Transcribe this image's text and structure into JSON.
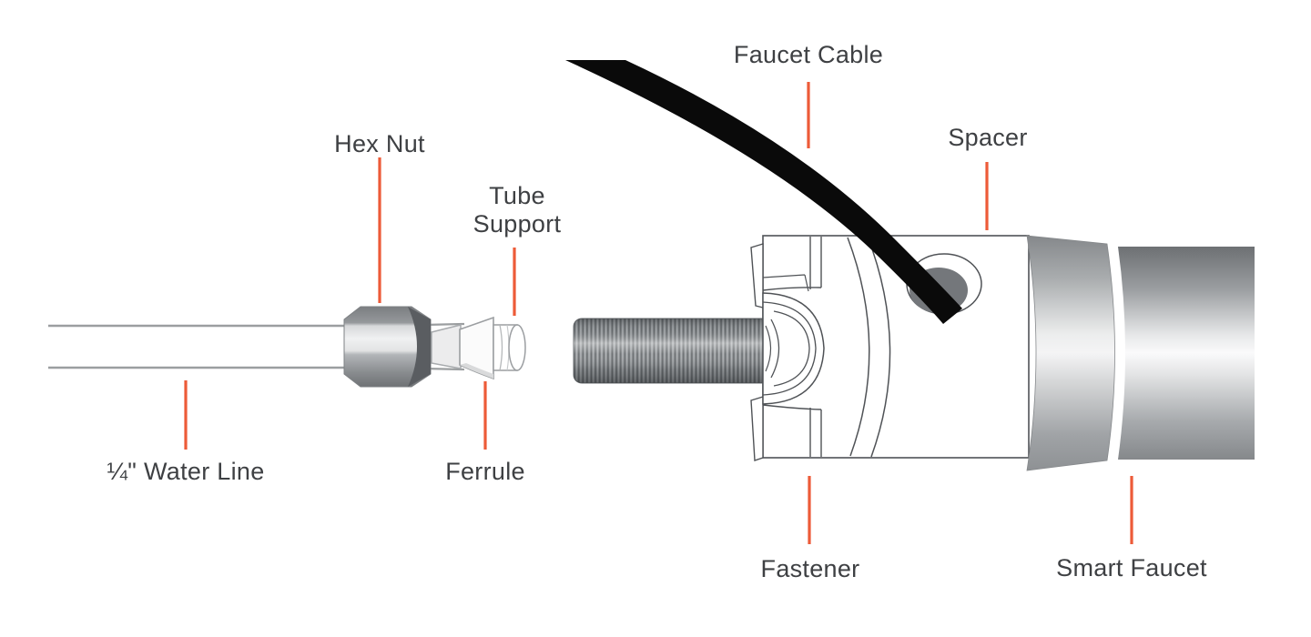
{
  "diagram": {
    "description": "Exploded parts diagram of a smart faucet water-line connection",
    "colors": {
      "accent_leader": "#ED5B38",
      "label_text": "#3E4043",
      "cable_black": "#0A0A0A",
      "outline_gray": "#4F5256",
      "metal_gray": "#8B8F92"
    }
  },
  "labels": {
    "faucet_cable": "Faucet Cable",
    "spacer": "Spacer",
    "hex_nut": "Hex Nut",
    "tube_support": "Tube Support",
    "water_line": "¼\" Water Line",
    "ferrule": "Ferrule",
    "fastener": "Fastener",
    "smart_faucet": "Smart Faucet"
  }
}
